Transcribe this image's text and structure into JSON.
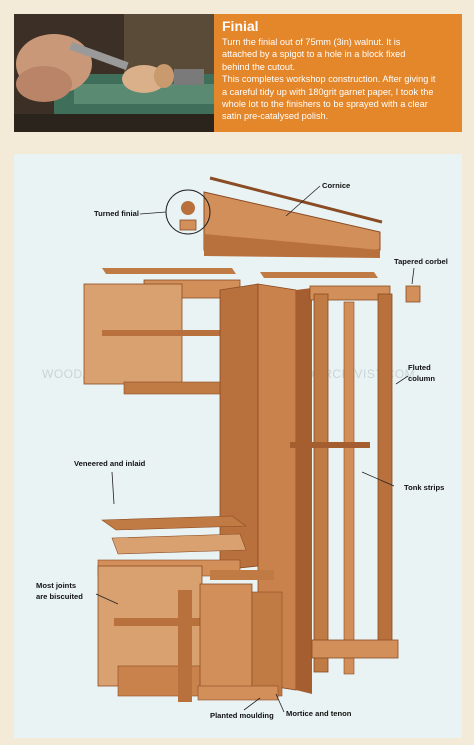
{
  "panel": {
    "title": "Finial",
    "body_lines": [
      "Turn the finial out of 75mm (3in) walnut. It is",
      "attached by a spigot to a hole in a block fixed",
      "behind the cutout.",
      "This completes workshop construction. After giving it",
      "a careful tidy up with 180grit garnet paper, I took the",
      "whole lot to the finishers to be sprayed with a clear",
      "satin pre-catalysed polish."
    ],
    "accent_color": "#e4862a"
  },
  "labels": {
    "cornice": "Cornice",
    "turned_finial": "Turned finial",
    "tapered_corbel": "Tapered corbel",
    "fluted_column": [
      "Fluted",
      "column"
    ],
    "veneered_inlaid": "Veneered and inlaid",
    "tonk_strips": "Tonk strips",
    "biscuited": [
      "Most joints",
      "are biscuited"
    ],
    "mortice_tenon": "Mortice and tenon",
    "planted_moulding": "Planted moulding"
  },
  "watermark": "WOODARCHIVIST.COM",
  "colors": {
    "wood_light": "#d28f5a",
    "wood_mid": "#b8703c",
    "wood_dark": "#8a4c24",
    "background": "#eaf3f4"
  }
}
